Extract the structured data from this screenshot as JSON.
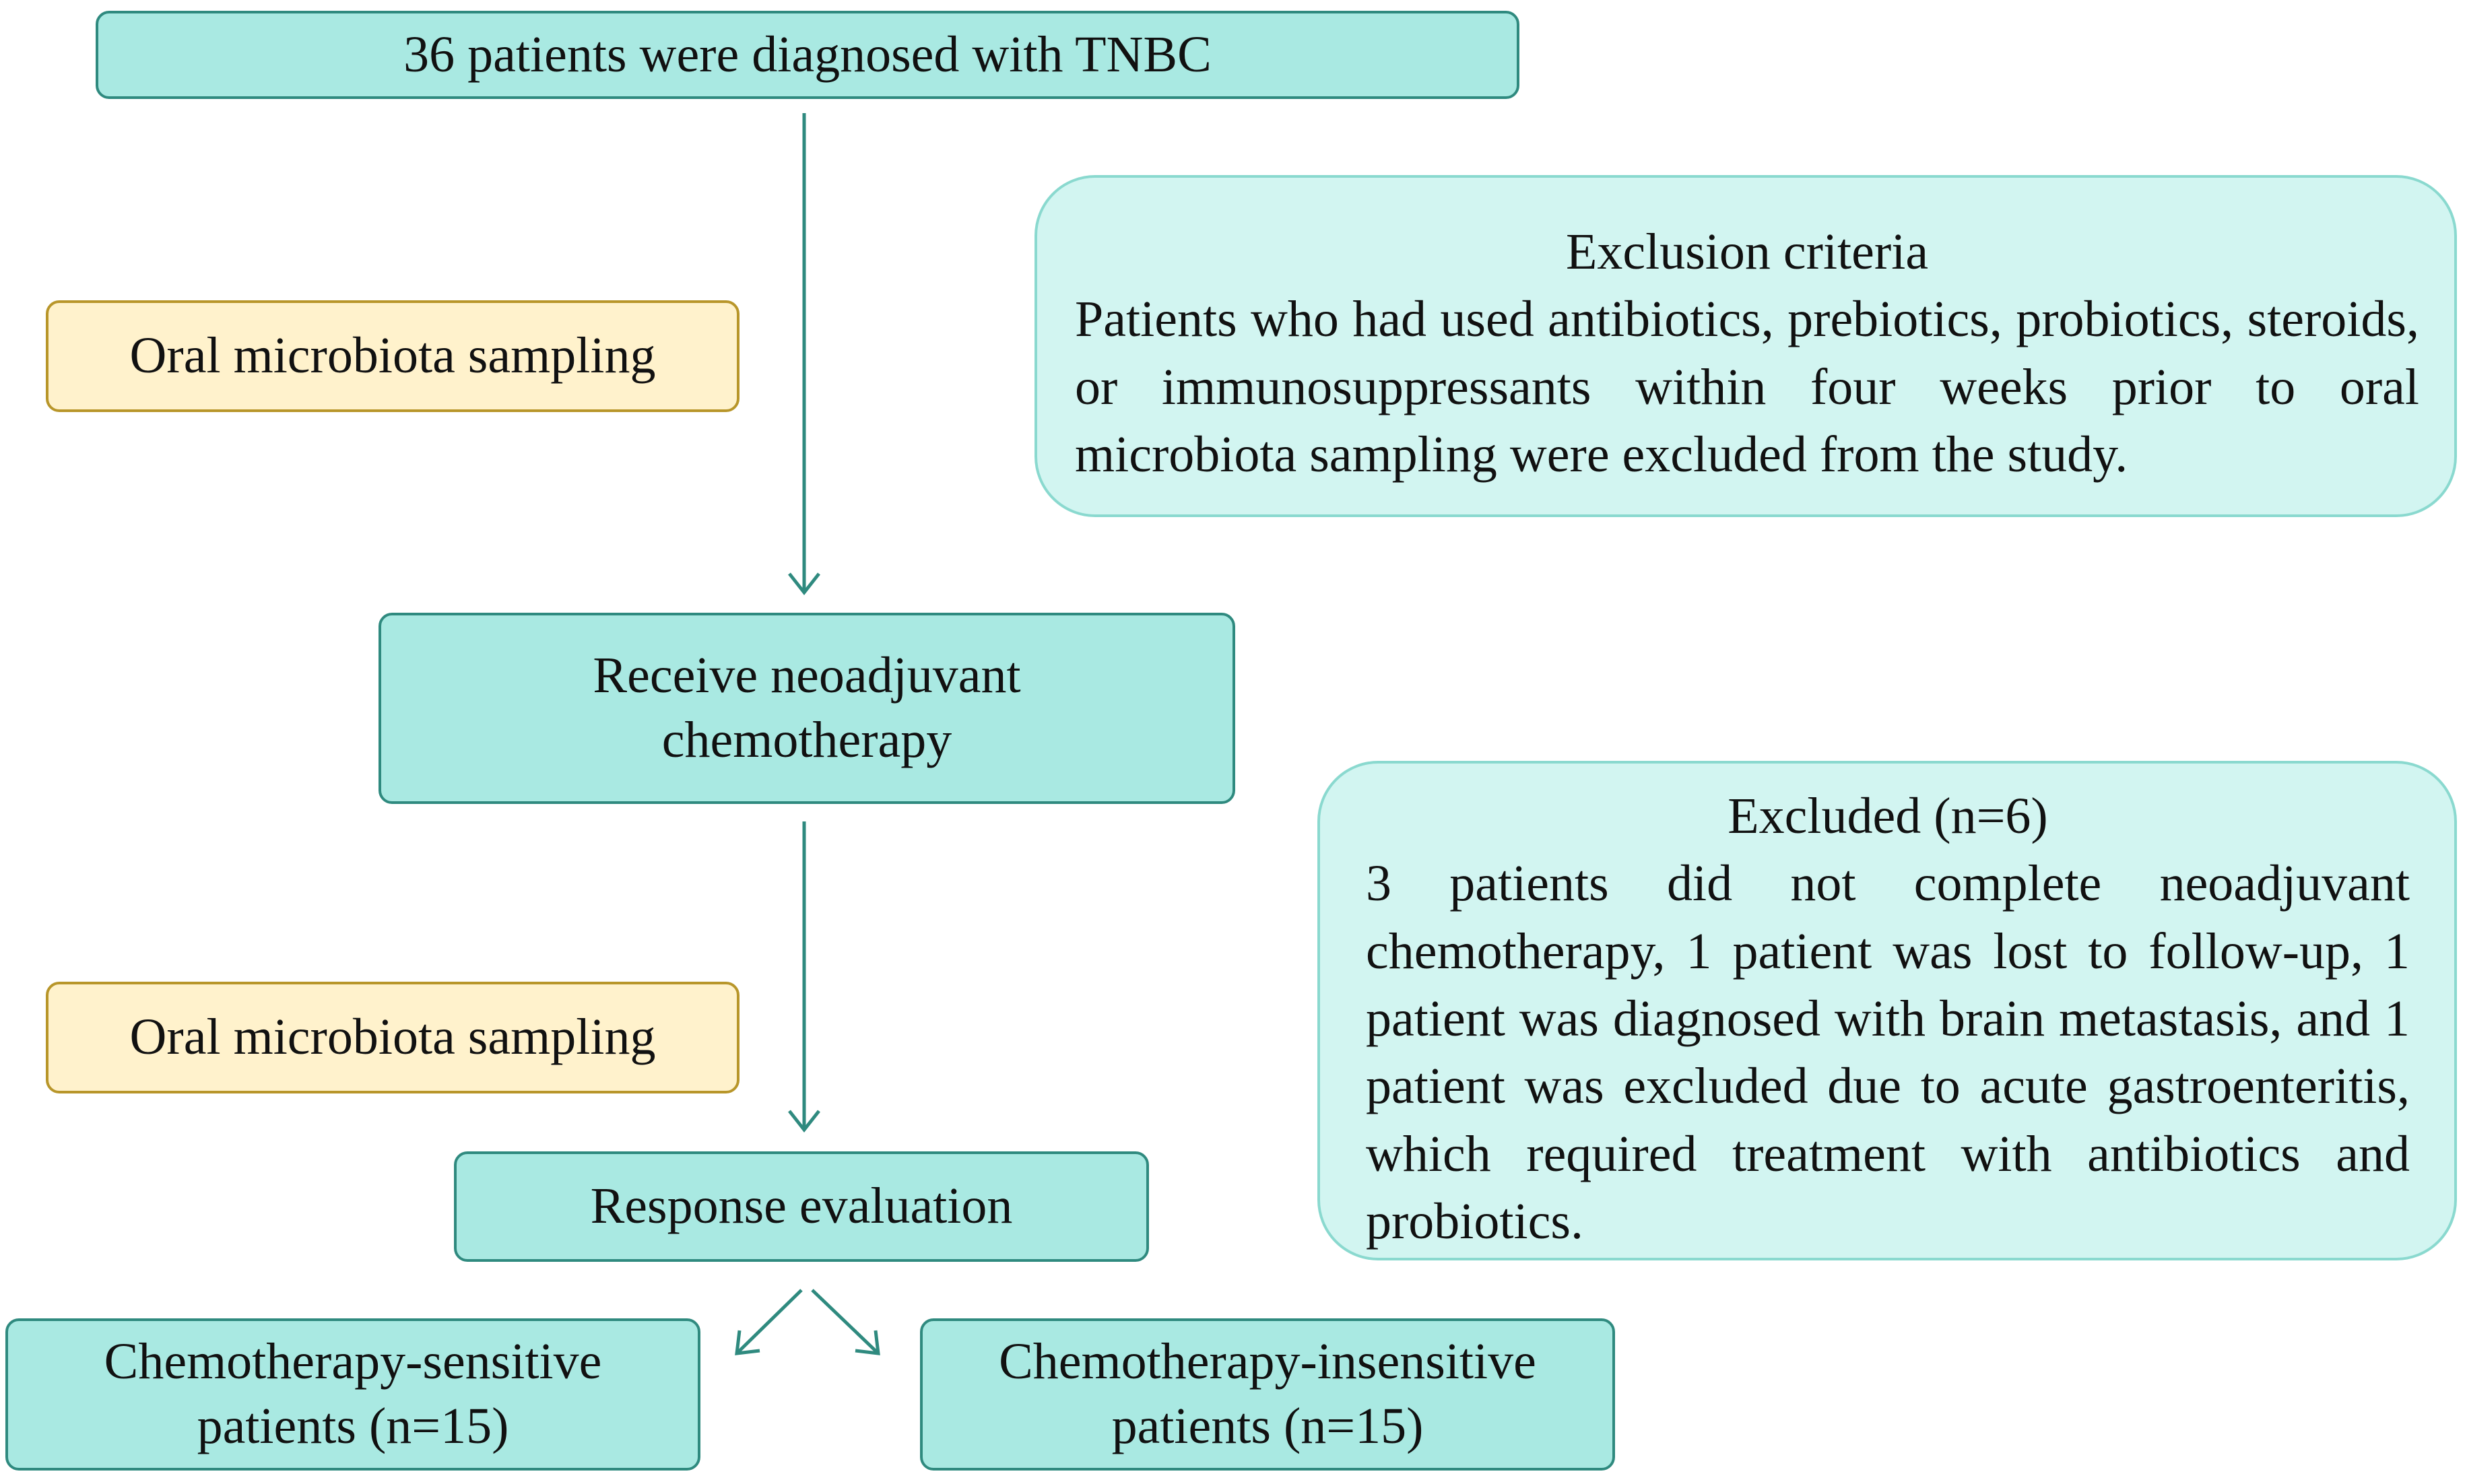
{
  "nodes": {
    "diagnosed": "36 patients were diagnosed with TNBC",
    "sampling_before": "Oral microbiota sampling",
    "neoadjuvant": "Receive neoadjuvant chemotherapy",
    "sampling_after": "Oral microbiota sampling",
    "response": "Response evaluation",
    "sensitive": "Chemotherapy-sensitive patients (n=15)",
    "insensitive": "Chemotherapy-insensitive patients (n=15)"
  },
  "exclusion_criteria": {
    "title": "Exclusion criteria",
    "body": "Patients who had used antibiotics, prebiotics, probiotics, steroids, or immunosuppressants within four weeks prior to oral microbiota sampling were excluded from the study."
  },
  "excluded": {
    "title": "Excluded (n=6)",
    "body": "3 patients did not complete neoadjuvant chemotherapy, 1 patient was lost to follow-up, 1 patient was diagnosed with brain metastasis, and 1 patient was excluded due to acute gastroenteritis, which required treatment with antibiotics and probiotics."
  },
  "colors": {
    "main_box_fill": "#a9e9e2",
    "main_box_border": "#2f8a7f",
    "sampling_fill": "#fff2cc",
    "sampling_border": "#b8962a",
    "note_fill": "#d2f5f1",
    "note_border": "#8ad9cf",
    "arrow": "#2f8a7f"
  }
}
